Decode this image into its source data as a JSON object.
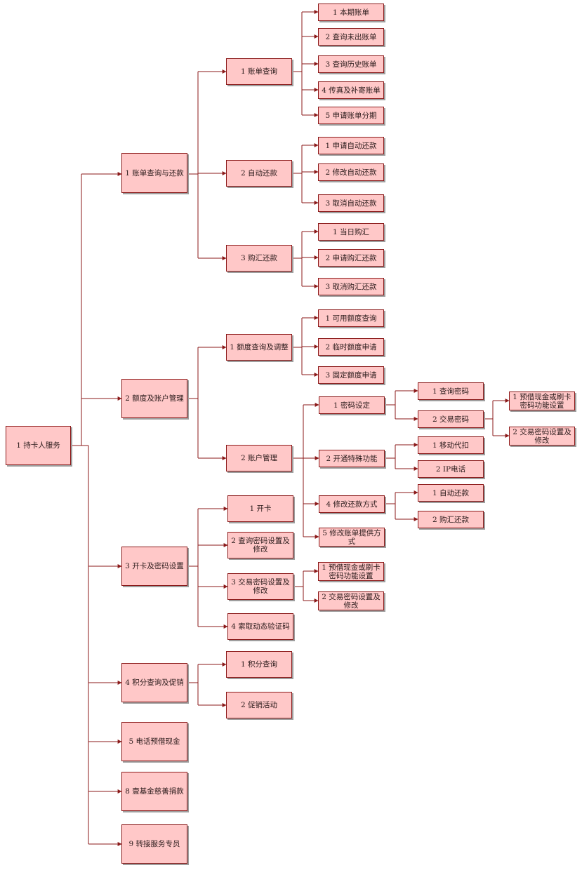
{
  "colors": {
    "node_fill": "#ffc8c8",
    "node_border": "#8b1a1a",
    "connector": "#8b1a1a",
    "shadow": "#9e9e9e"
  },
  "nodes": {
    "root": "1 持卡人服务",
    "n1": "1 账单查询与还款",
    "n1_1": "1 账单查询",
    "n1_1_1": "1 本期账单",
    "n1_1_2": "2 查询未出账单",
    "n1_1_3": "3 查询历史账单",
    "n1_1_4": "4 传真及补寄账单",
    "n1_1_5": "5 申请账单分期",
    "n1_2": "2 自动还款",
    "n1_2_1": "1 申请自动还款",
    "n1_2_2": "2 修改自动还款",
    "n1_2_3": "3 取消自动还款",
    "n1_3": "3 购汇还款",
    "n1_3_1": "1 当日购汇",
    "n1_3_2": "2 申请购汇还款",
    "n1_3_3": "3 取消购汇还款",
    "n2": "2 额度及账户管理",
    "n2_1": "1 额度查询及调整",
    "n2_1_1": "1 可用额度查询",
    "n2_1_2": "2 临时额度申请",
    "n2_1_3": "3 固定额度申请",
    "n2_2": "2 账户管理",
    "n2_2_1": "1 密码设定",
    "n2_2_1_1": "1 查询密码",
    "n2_2_1_2": "2 交易密码",
    "n2_2_1_2_1": "1 预借现金或刷卡\n密码功能设置",
    "n2_2_1_2_2": "2 交易密码设置及\n修改",
    "n2_2_2": "2 开通特殊功能",
    "n2_2_2_1": "1 移动代扣",
    "n2_2_2_2": "2 IP电话",
    "n2_2_4": "4 修改还款方式",
    "n2_2_4_1": "1 自动还款",
    "n2_2_4_2": "2 购汇还款",
    "n2_2_5": "5 修改账单提供方\n式",
    "n3": "3 开卡及密码设置",
    "n3_1": "1 开卡",
    "n3_2": "2 查询密码设置及\n修改",
    "n3_3": "3 交易密码设置及\n修改",
    "n3_3_1": "1 预借现金或刷卡\n密码功能设置",
    "n3_3_2": "2 交易密码设置及\n修改",
    "n3_4": "4 索取动态验证码",
    "n4": "4 积分查询及促销",
    "n4_1": "1 积分查询",
    "n4_2": "2 促销活动",
    "n5": "5 电话预借现金",
    "n8": "8 壹基金慈善捐款",
    "n9": "9 转接服务专员"
  }
}
